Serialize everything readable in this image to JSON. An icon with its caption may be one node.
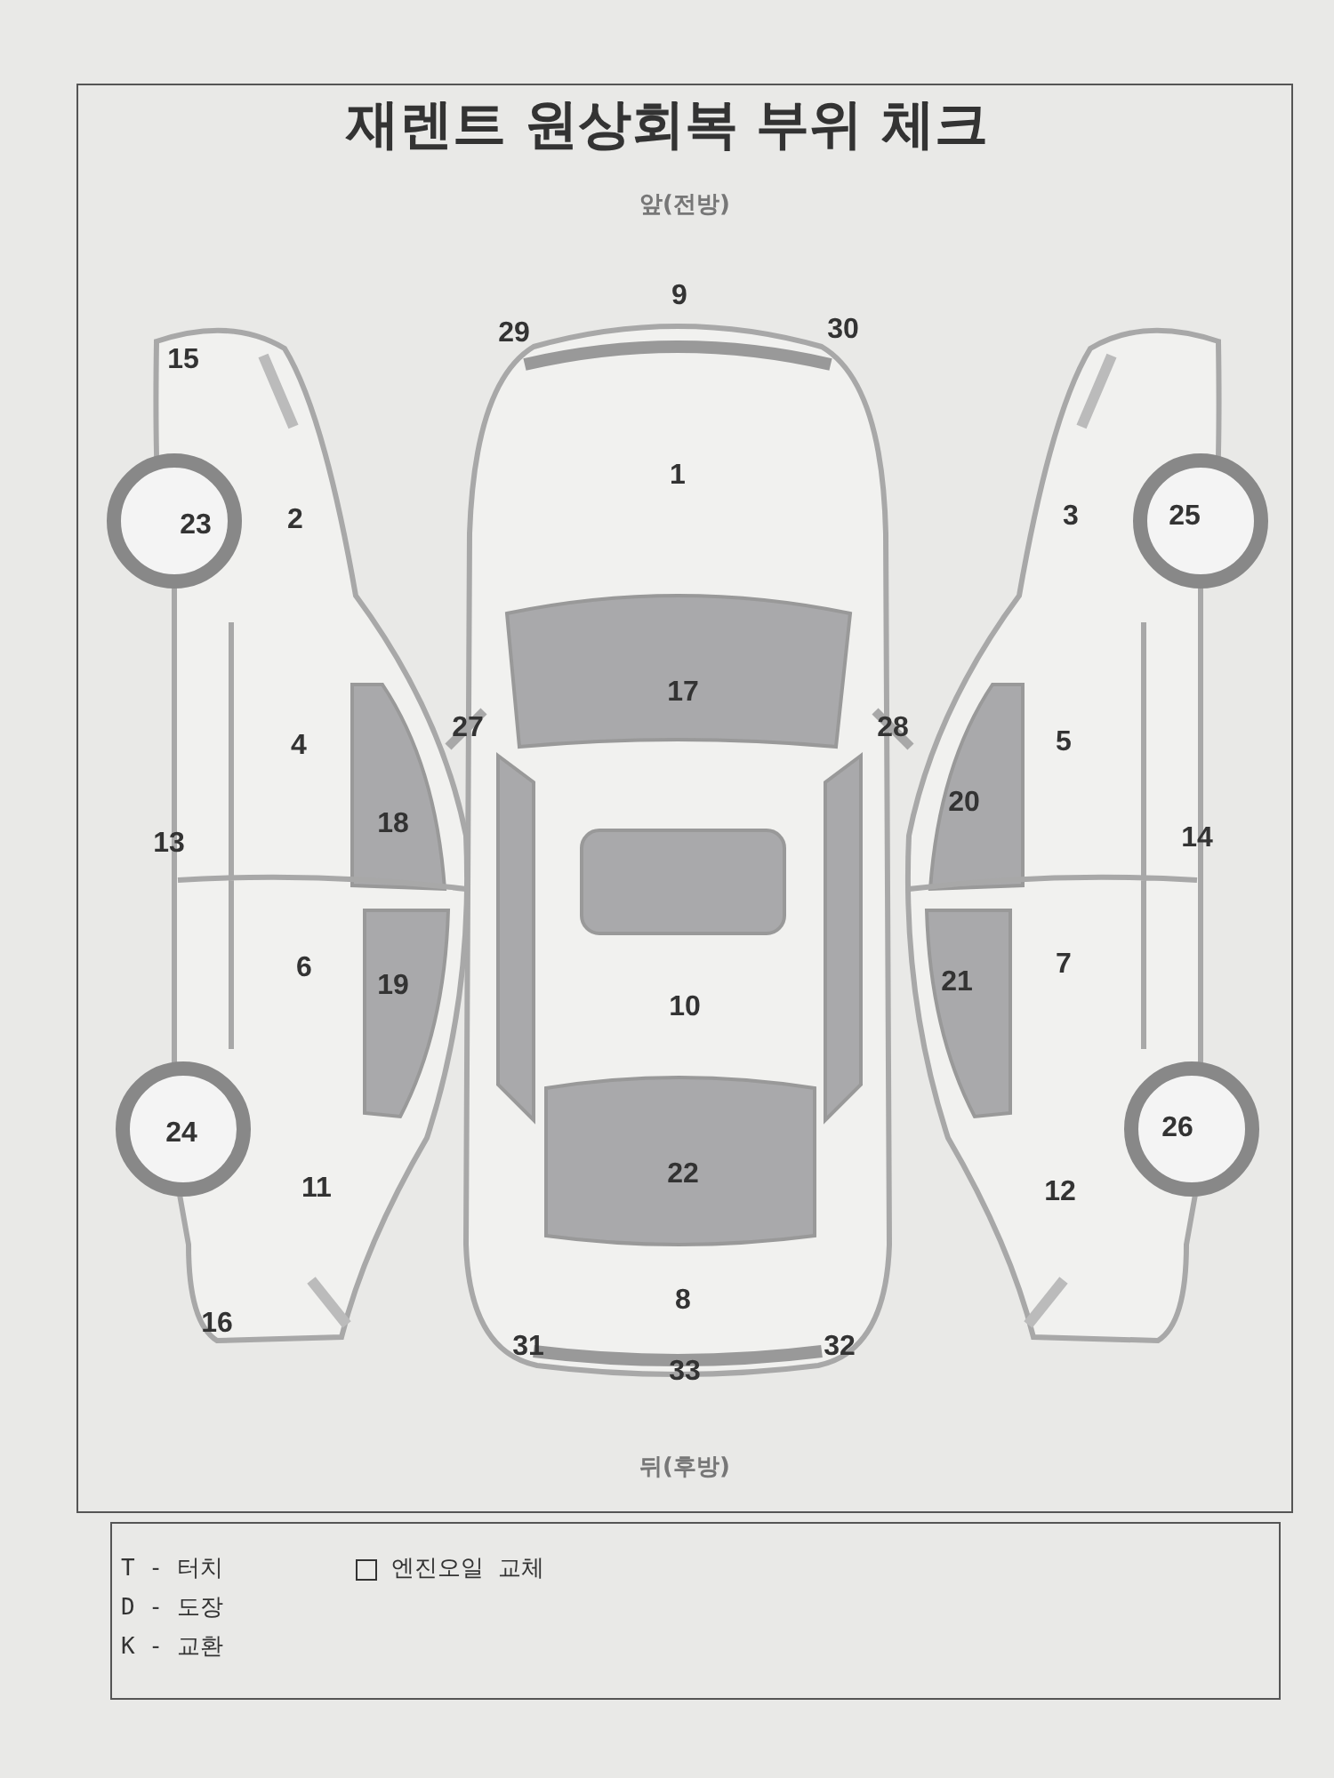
{
  "diagram": {
    "title": "재렌트 원상회복 부위 체크",
    "labels": [
      "앞(전방)",
      "9",
      "15",
      "29",
      "30",
      "1",
      "23",
      "2",
      "3",
      "25",
      "17",
      "27",
      "28",
      "4",
      "5",
      "20",
      "18",
      "13",
      "14",
      "6",
      "19",
      "21",
      "7",
      "10",
      "24",
      "26",
      "22",
      "11",
      "12",
      "8",
      "16",
      "31",
      "32",
      "33",
      "뒤(후방)",
      "T - 터치",
      "엔진오일 교체",
      "D - 도장",
      "K - 교환"
    ]
  }
}
